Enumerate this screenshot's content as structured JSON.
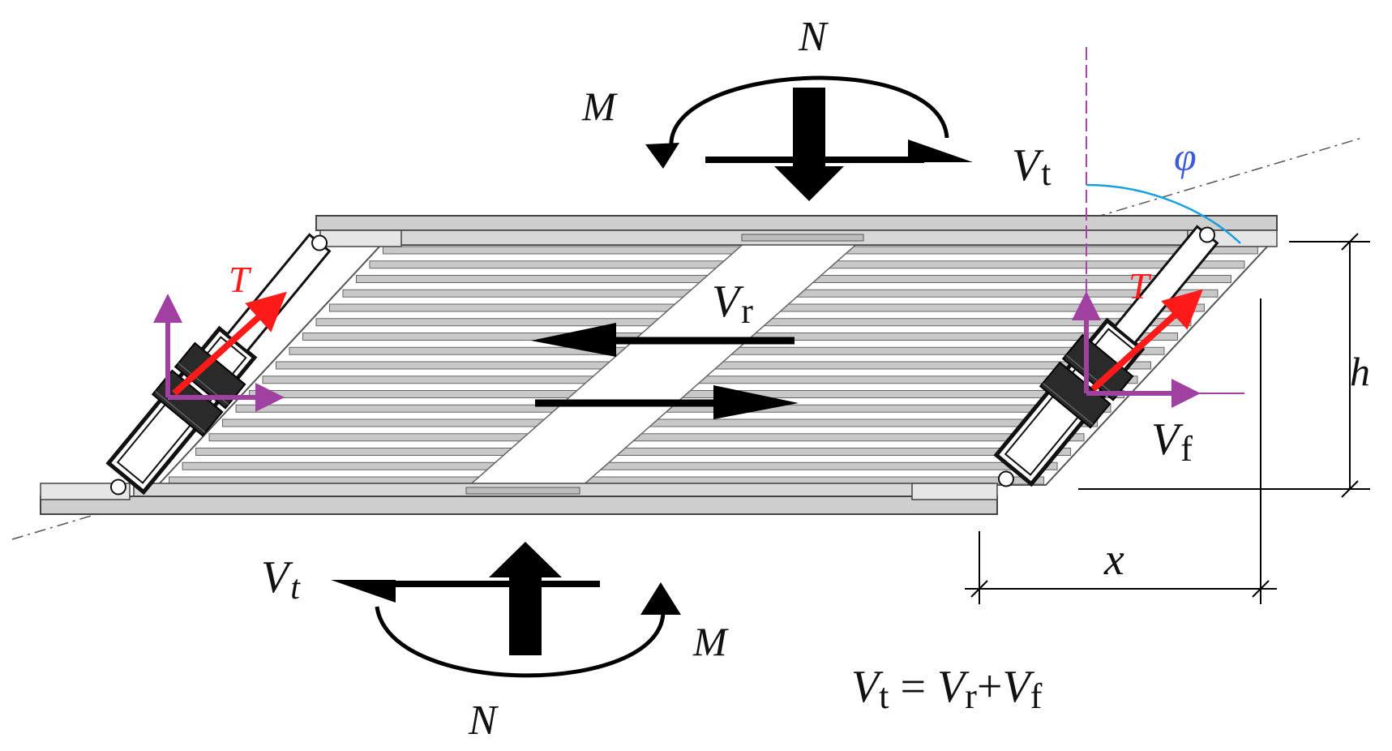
{
  "labels": {
    "N_top": "N",
    "M_top": "M",
    "Vt_top": "V",
    "Vt_top_sub": "t",
    "phi": "φ",
    "T_left": "T",
    "T_right": "T",
    "Vr": "V",
    "Vr_sub": "r",
    "h": "h",
    "Vf": "V",
    "Vf_sub": "f",
    "x": "x",
    "Vt_bottom": "V",
    "Vt_bottom_sub": "t",
    "M_bottom": "M",
    "N_bottom": "N"
  },
  "equation": {
    "lhs": "V",
    "lhs_sub": "t",
    "eq": " = ",
    "r1": "V",
    "r1_sub": "r",
    "plus": "+",
    "r2": "V",
    "r2_sub": "f"
  },
  "colors": {
    "force": "#000000",
    "tension": "#ff1a1a",
    "components": "#a040a0",
    "angle": "#1aa0e0",
    "plate": "#c8c8c8"
  }
}
